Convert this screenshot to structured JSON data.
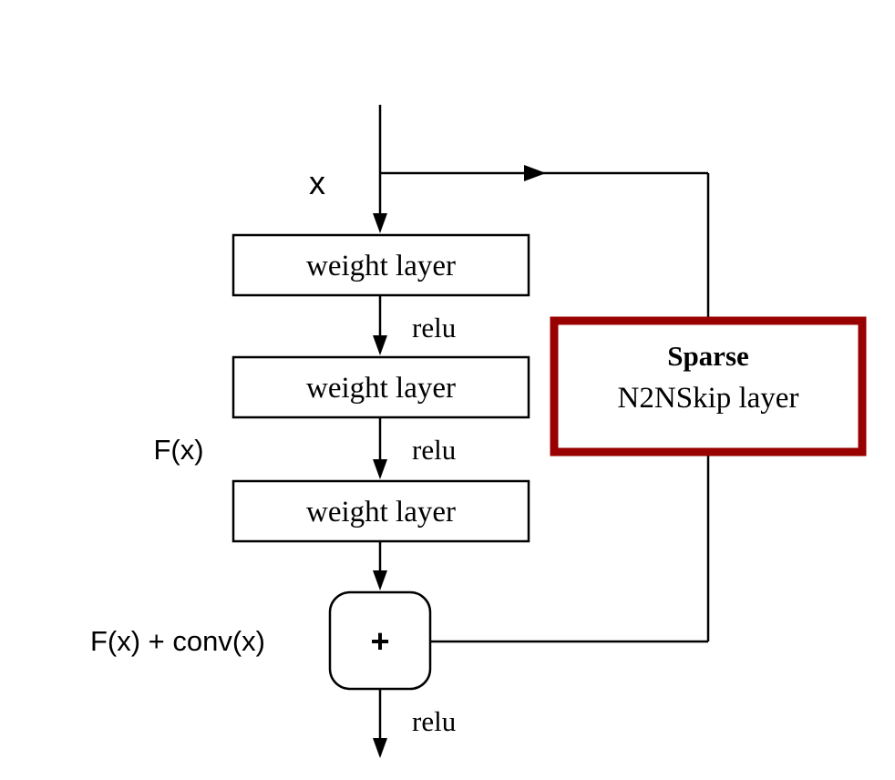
{
  "diagram": {
    "input_label": "x",
    "weight_layer_1": "weight layer",
    "weight_layer_2": "weight layer",
    "weight_layer_3": "weight layer",
    "relu_1": "relu",
    "relu_2": "relu",
    "relu_3": "relu",
    "fx_label": "F(x)",
    "sum_label": "F(x) + conv(x)",
    "plus_label": "+",
    "skip_box": {
      "line1": "Sparse",
      "line2": "N2NSkip layer"
    },
    "colors": {
      "line": "#000000",
      "skip_box_border": "#990000",
      "background": "#ffffff"
    }
  }
}
